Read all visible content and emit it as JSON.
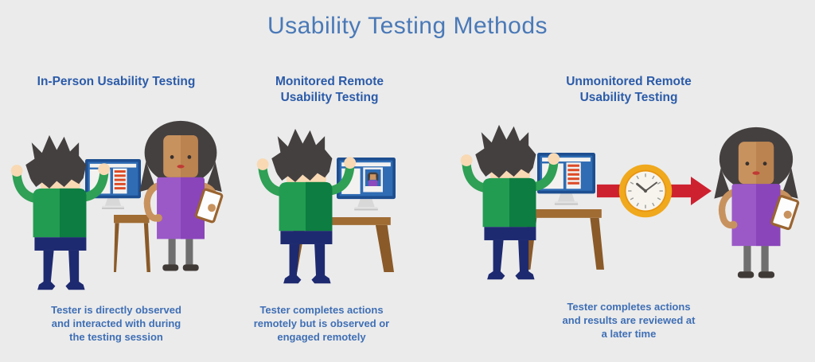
{
  "title": "Usability Testing Methods",
  "panels": [
    {
      "id": "in-person",
      "heading_lines": [
        "In-Person Usability Testing"
      ],
      "caption_lines": [
        "Tester is directly observed",
        "and interacted with during",
        "the testing session"
      ],
      "scene_icons": [
        "tester-figure",
        "computer-monitor",
        "checklist-screen",
        "desk",
        "observer-figure",
        "tablet"
      ]
    },
    {
      "id": "monitored-remote",
      "heading_lines": [
        "Monitored Remote",
        "Usability Testing"
      ],
      "caption_lines": [
        "Tester completes actions",
        "remotely but is observed or",
        "engaged remotely"
      ],
      "scene_icons": [
        "tester-figure",
        "computer-monitor",
        "webcam-observer-window",
        "desk"
      ]
    },
    {
      "id": "unmonitored-remote",
      "heading_lines": [
        "Unmonitored Remote",
        "Usability Testing"
      ],
      "caption_lines": [
        "Tester completes actions",
        "and results are reviewed at",
        "a later time"
      ],
      "scene_icons": [
        "tester-figure",
        "computer-monitor",
        "checklist-screen",
        "desk",
        "arrow-right",
        "clock",
        "arrow-right",
        "observer-figure",
        "tablet"
      ]
    }
  ],
  "colors": {
    "background": "#ebebeb",
    "title_text": "#4a79b7",
    "heading_text": "#2b5ba9",
    "caption_text": "#3f6fb5",
    "shirt_green_light": "#229c51",
    "shirt_green_dark": "#0d7d41",
    "pants_navy": "#1e2a70",
    "hair_dark": "#454040",
    "skin_light": "#f8d9b4",
    "skin_tan": "#c8925e",
    "dress_purple_light": "#9b59c8",
    "dress_purple_dark": "#8a45ba",
    "monitor_frame_blue": "#1d4e90",
    "monitor_screen_blue": "#2f6cb4",
    "desk_brown": "#a06c33",
    "desk_leg_brown": "#8a5a28",
    "arrow_red": "#ce2130",
    "clock_gold": "#f0a81c",
    "checklist_red": "#dd4a26"
  }
}
